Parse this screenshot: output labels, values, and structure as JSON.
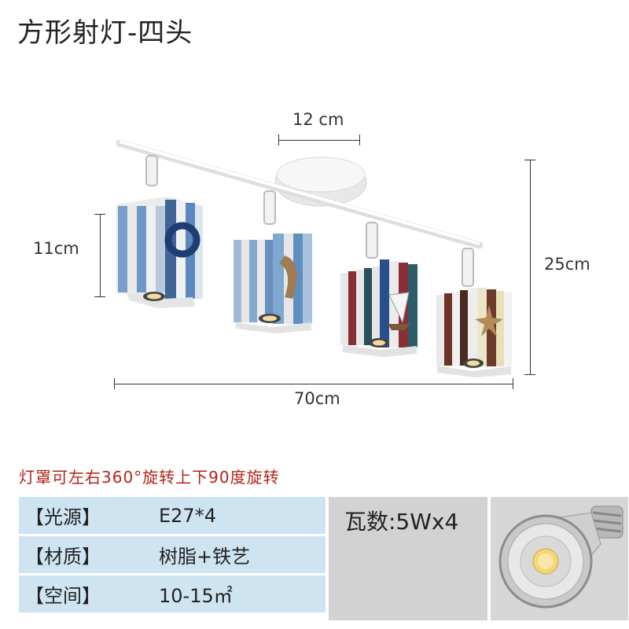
{
  "title": "方形射灯-四头",
  "dimensions": {
    "base_width": "12 cm",
    "head_height": "11cm",
    "total_height": "25cm",
    "total_length": "70cm"
  },
  "note": "灯罩可左右360°旋转上下90度旋转",
  "specs": [
    {
      "label": "【光源】",
      "value": "E27*4"
    },
    {
      "label": "【材质】",
      "value": "树脂+铁艺"
    },
    {
      "label": "【空间】",
      "value": "10-15㎡"
    }
  ],
  "wattage": "瓦数:5Wx4",
  "colors": {
    "note_red": "#b52218",
    "spec_blue": "#cfe4f1",
    "panel_gray": "#d2d2d2"
  }
}
